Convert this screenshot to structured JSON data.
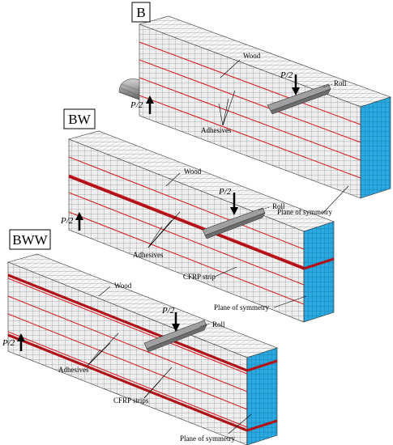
{
  "colors": {
    "mesh_line": "#6a6a6a",
    "wood_face": "#efefef",
    "wood_top": "#f7f7f7",
    "adhesive": "#d8232a",
    "cfrp": "#b01218",
    "symmetry_face": "#29a9e0",
    "roll": "#9a9a9a"
  },
  "panels": [
    {
      "id": "B",
      "title": "B",
      "labels": {
        "wood": "Wood",
        "roll": "Roll",
        "adhesives": "Adhesives",
        "plane": "Plane of symmetry",
        "load_upper": "P/2",
        "load_lower": "P/2"
      }
    },
    {
      "id": "BW",
      "title": "BW",
      "labels": {
        "wood": "Wood",
        "roll": "Roll",
        "adhesives": "Adhesives",
        "plane": "Plane of symmetry",
        "cfrp": "CFRP strip",
        "load_upper": "P/2",
        "load_lower": "P/2"
      }
    },
    {
      "id": "BWW",
      "title": "BWW",
      "labels": {
        "wood": "Wood",
        "roll": "Roll",
        "adhesives": "Adhesives",
        "plane": "Plane of symmetry",
        "cfrp": "CFRP strips",
        "load_upper": "P/2",
        "load_lower": "P/2"
      }
    }
  ]
}
